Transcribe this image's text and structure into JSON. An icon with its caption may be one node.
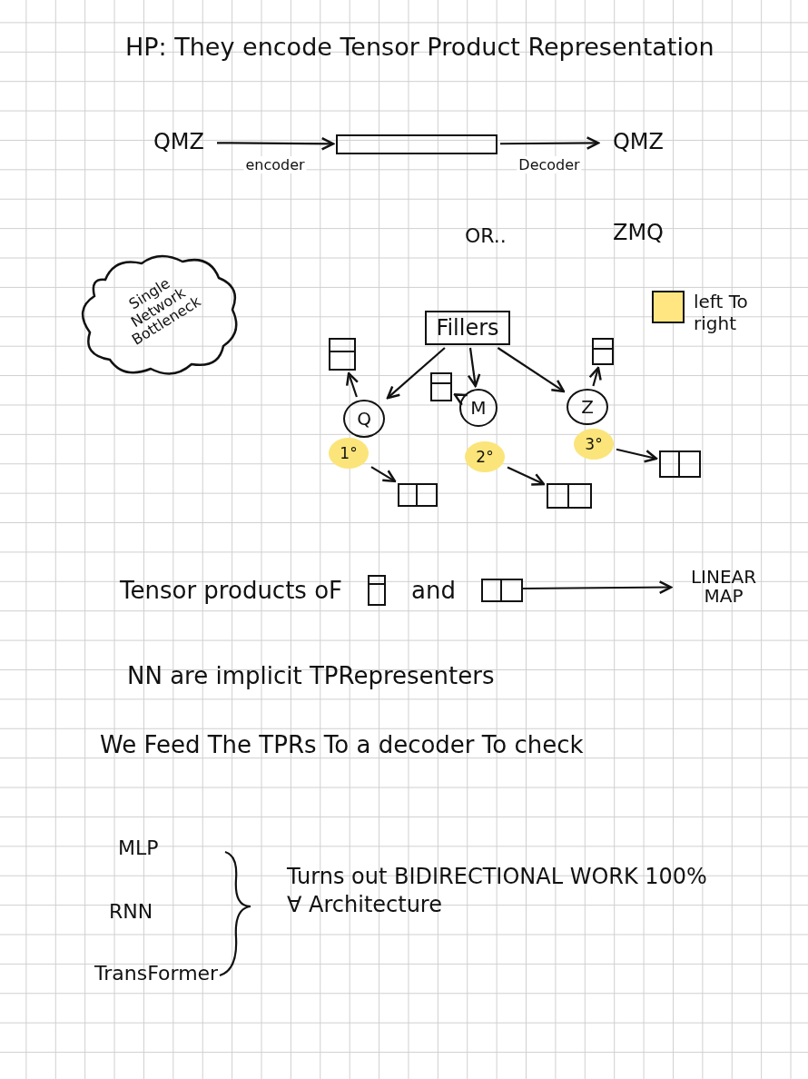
{
  "diagram": {
    "title": "HP: They encode Tensor Product Representation",
    "nodes": [
      {
        "text": [
          "QMZ"
        ]
      },
      {
        "text": [],
        "shape": "bar"
      },
      {
        "text": [
          "QMZ"
        ]
      },
      {
        "text": [
          "ZMQ"
        ]
      },
      {
        "text": [
          "Single Network Bottleneck"
        ]
      },
      {
        "text": [
          "Fillers"
        ]
      },
      {
        "text": [],
        "shape": "box"
      },
      {
        "text": [
          "Q"
        ]
      },
      {
        "text": [],
        "shape": "box"
      },
      {
        "text": [
          "M"
        ]
      },
      {
        "text": [],
        "shape": "box"
      },
      {
        "text": [
          "Z"
        ]
      },
      {
        "text": [
          "1°"
        ]
      },
      {
        "text": [],
        "shape": "box"
      },
      {
        "text": [
          "2°"
        ]
      },
      {
        "text": [],
        "shape": "box"
      },
      {
        "text": [
          "3°"
        ]
      },
      {
        "text": [],
        "shape": "box"
      },
      {
        "text": [
          "Tensor products oF",
          "and"
        ]
      },
      {
        "text": [
          "LINEAR MAP"
        ]
      }
    ],
    "edges": [
      {
        "from": 0,
        "to": 1,
        "arrow": "to",
        "label": "encoder"
      },
      {
        "from": 1,
        "to": 2,
        "arrow": "to",
        "label": "Decoder"
      },
      {
        "from": 5,
        "to": 7,
        "arrow": "to"
      },
      {
        "from": 5,
        "to": 9,
        "arrow": "to"
      },
      {
        "from": 5,
        "to": 11,
        "arrow": "to"
      },
      {
        "from": 7,
        "to": 6,
        "arrow": "to"
      },
      {
        "from": 9,
        "to": 8,
        "arrow": "to"
      },
      {
        "from": 11,
        "to": 10,
        "arrow": "to"
      },
      {
        "from": 12,
        "to": 13,
        "arrow": "to"
      },
      {
        "from": 14,
        "to": 15,
        "arrow": "to"
      },
      {
        "from": 16,
        "to": 17,
        "arrow": "to"
      },
      {
        "from": 18,
        "to": 19,
        "arrow": "to"
      }
    ],
    "labels": [
      "OR..",
      "NN are implicit TPRepresenters",
      "We Feed The TPRs To a decoder To check",
      "MLP",
      "RNN",
      "TransFormer",
      "Turns out BIDIRECTIONAL WORK 100% ∀ Architecture"
    ],
    "legend": [
      {
        "text": "left To right",
        "color": "#ffe680"
      }
    ]
  }
}
